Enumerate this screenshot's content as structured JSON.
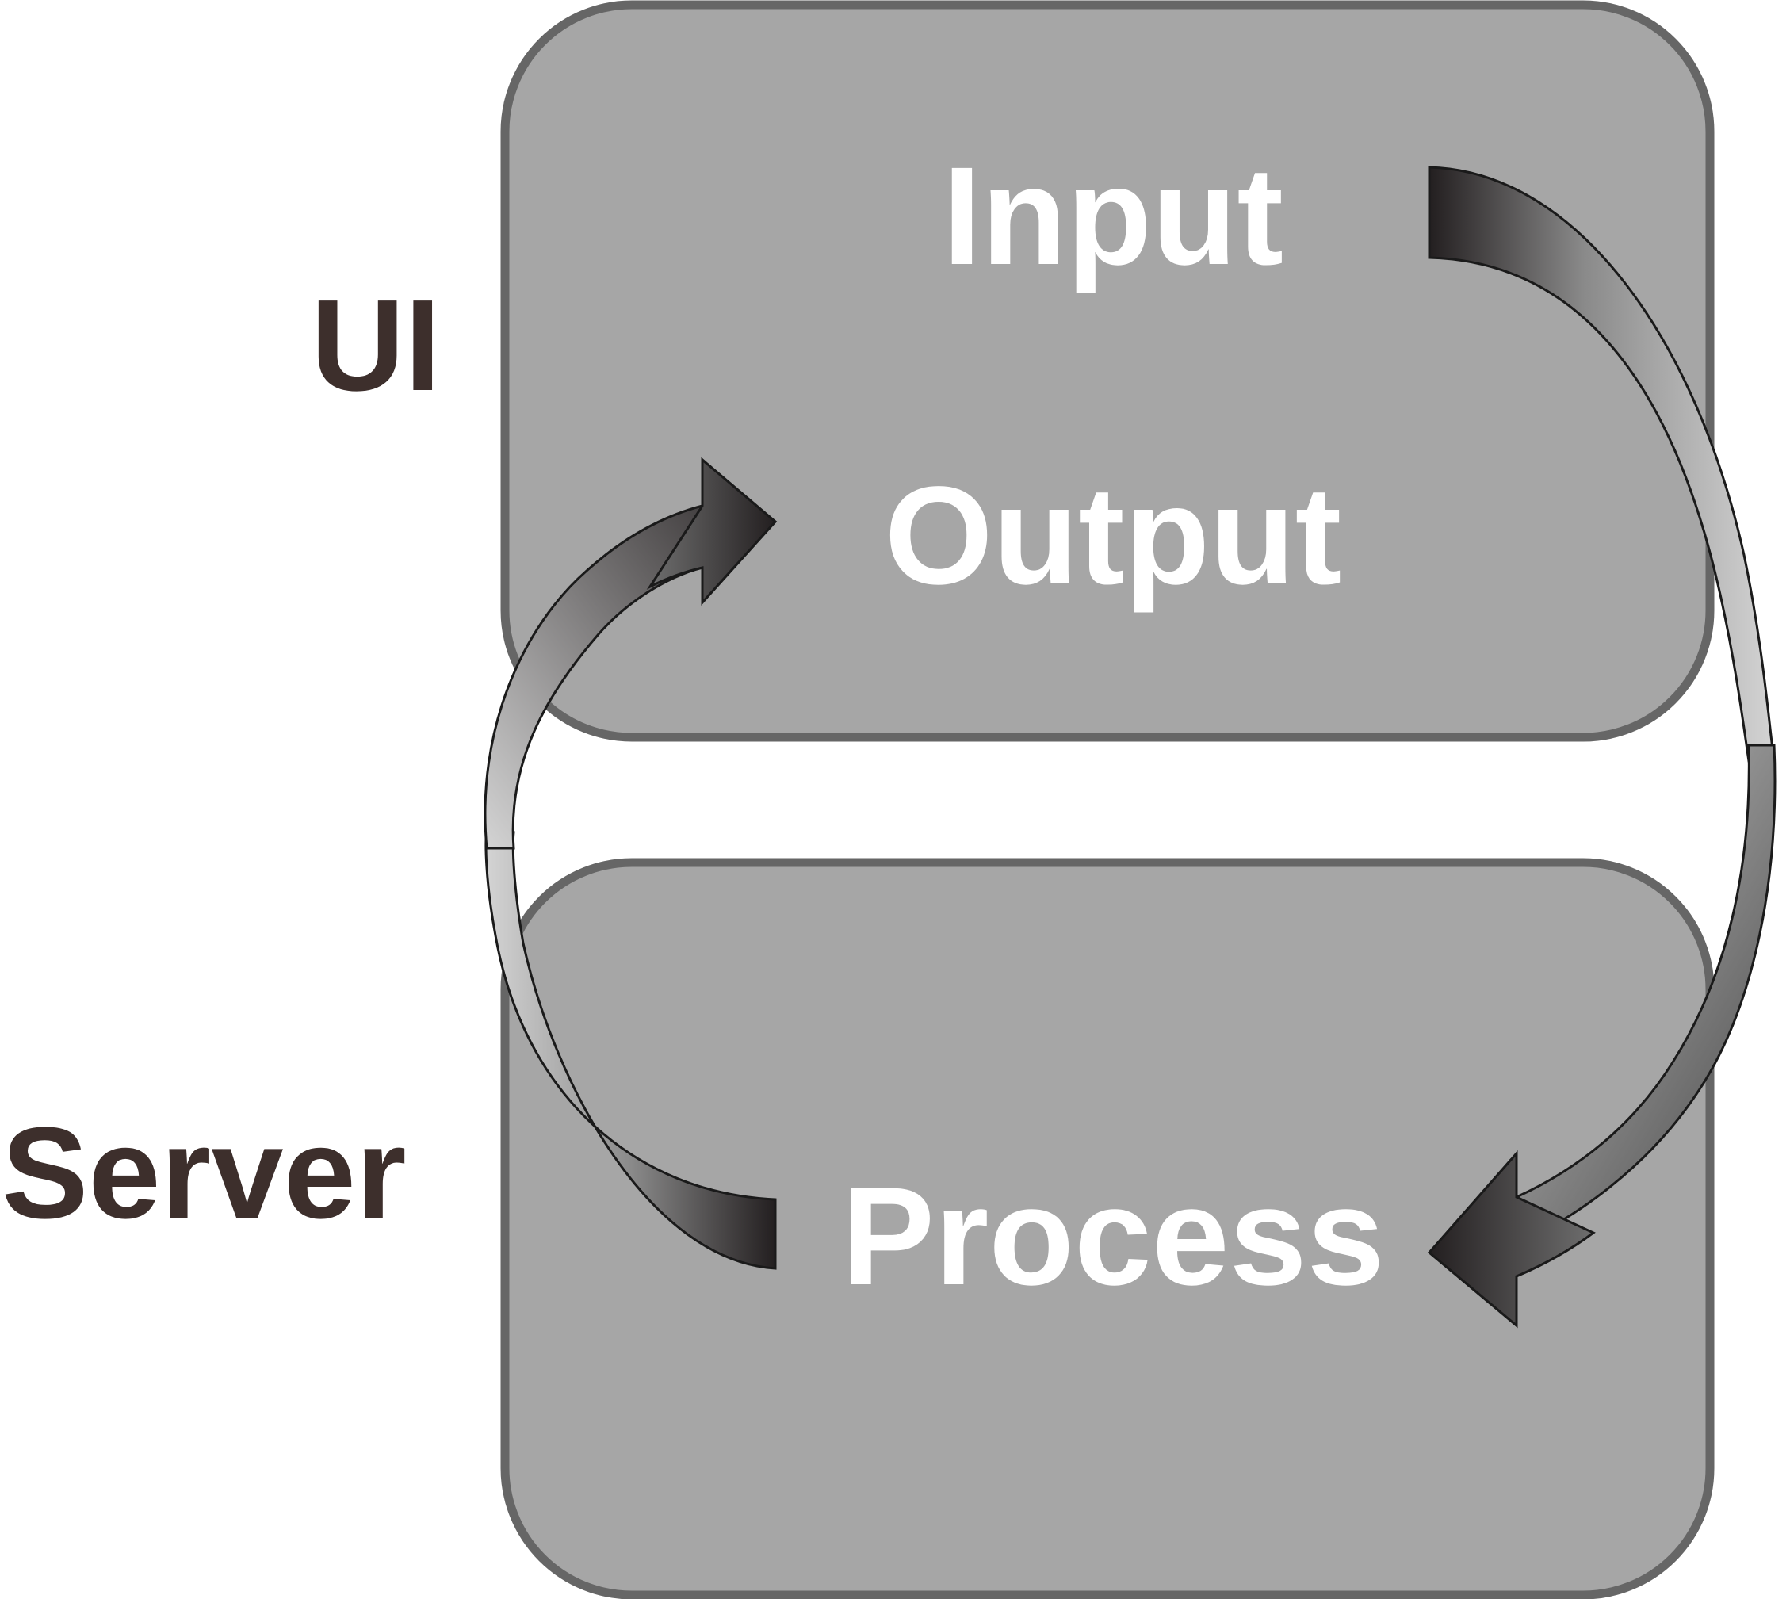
{
  "colors": {
    "box_fill": "#a6a6a6",
    "box_stroke": "#666666",
    "box_text": "#ffffff",
    "side_text": "#3d2f2c",
    "arrow_dark": "#231f20",
    "arrow_light": "#c0c0c0",
    "arrow_outline": "#1a1a1a"
  },
  "side_labels": {
    "ui": "UI",
    "server": "Server"
  },
  "boxes": {
    "ui": {
      "input_label": "Input",
      "output_label": "Output"
    },
    "server": {
      "process_label": "Process"
    }
  },
  "arrows": [
    {
      "from": "Input",
      "to": "Process"
    },
    {
      "from": "Process",
      "to": "Output"
    }
  ]
}
